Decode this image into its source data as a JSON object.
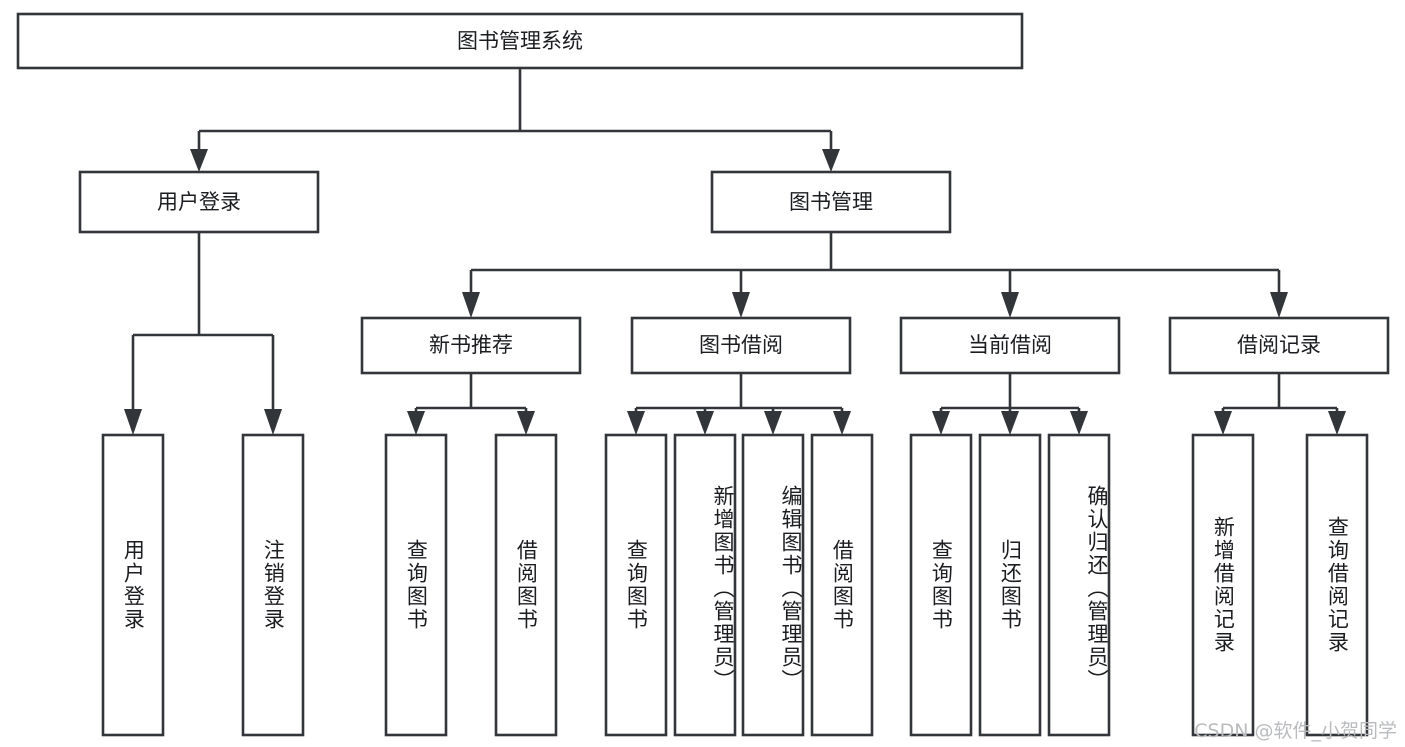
{
  "diagram": {
    "title": "图书管理系统",
    "type": "hierarchy-tree",
    "watermark": "CSDN @软件_小贺同学",
    "colors": {
      "stroke": "#32353a",
      "box_fill": "#ffffff",
      "text": "#1b1d20",
      "background": "#ffffff",
      "watermark": "#b9bbbe"
    },
    "levels": {
      "root": {
        "label": "图书管理系统"
      },
      "level2": [
        {
          "id": "user-login",
          "label": "用户登录"
        },
        {
          "id": "book-management",
          "label": "图书管理"
        }
      ],
      "level3": [
        {
          "id": "new-book-recommend",
          "label": "新书推荐"
        },
        {
          "id": "book-borrow",
          "label": "图书借阅"
        },
        {
          "id": "current-borrow",
          "label": "当前借阅"
        },
        {
          "id": "borrow-record",
          "label": "借阅记录"
        }
      ],
      "leaves": {
        "user-login": [
          {
            "id": "leaf-user-login",
            "label": "用户登录"
          },
          {
            "id": "leaf-logout-login",
            "label": "注销登录"
          }
        ],
        "new-book-recommend": [
          {
            "id": "leaf-query-book-1",
            "label": "查询图书"
          },
          {
            "id": "leaf-borrow-book-1",
            "label": "借阅图书"
          }
        ],
        "book-borrow": [
          {
            "id": "leaf-query-book-2",
            "label": "查询图书"
          },
          {
            "id": "leaf-add-book",
            "label": "新增图书（管理员）"
          },
          {
            "id": "leaf-edit-book",
            "label": "编辑图书（管理员）"
          },
          {
            "id": "leaf-borrow-book-2",
            "label": "借阅图书"
          }
        ],
        "current-borrow": [
          {
            "id": "leaf-query-book-3",
            "label": "查询图书"
          },
          {
            "id": "leaf-return-book",
            "label": "归还图书"
          },
          {
            "id": "leaf-confirm-return",
            "label": "确认归还（管理员）"
          }
        ],
        "borrow-record": [
          {
            "id": "leaf-add-record",
            "label": "新增借阅记录"
          },
          {
            "id": "leaf-query-record",
            "label": "查询借阅记录"
          }
        ]
      }
    }
  }
}
